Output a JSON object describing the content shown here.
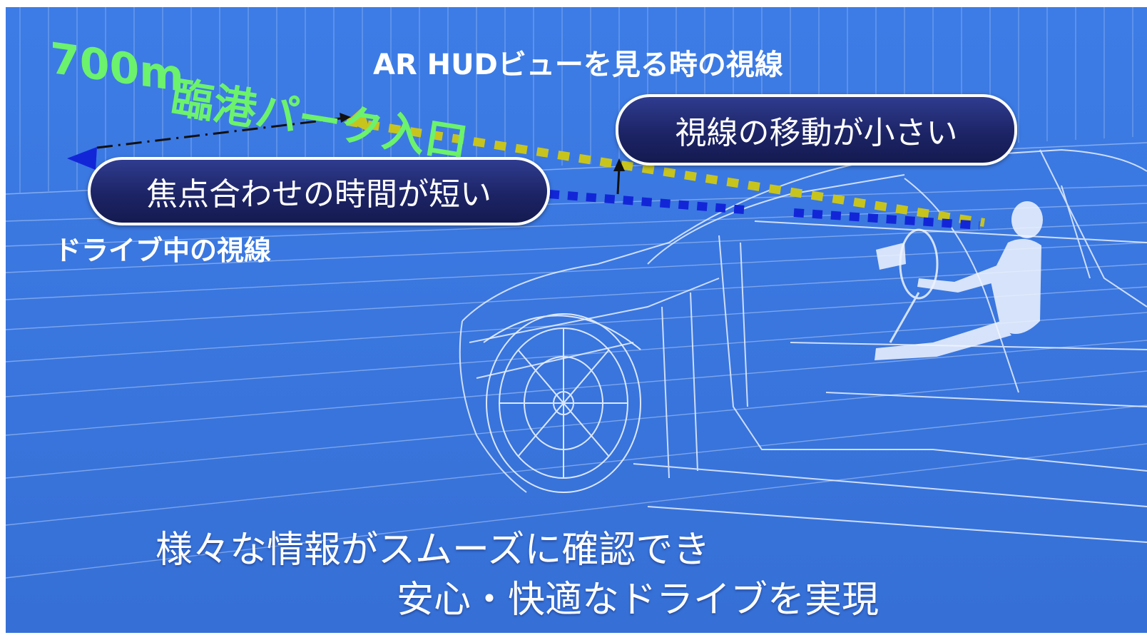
{
  "title": "AR HUDビューを見る時の視線",
  "ar_display": {
    "distance": "700m",
    "destination": "臨港パーク入口",
    "color": "#6cf26c"
  },
  "labels": {
    "driving_gaze": "ドライブ中の視線"
  },
  "callouts": {
    "focus_time": "焦点合わせの時間が短い",
    "gaze_movement": "視線の移動が小さい"
  },
  "footer": {
    "line1": "様々な情報がスムーズに確認でき",
    "line2": "安心・快適なドライブを実現"
  },
  "colors": {
    "background": "#3b78e0",
    "pill": "#1d2466",
    "hud_gaze_line": "#c8c41e",
    "drive_gaze_line": "#1226d8"
  }
}
